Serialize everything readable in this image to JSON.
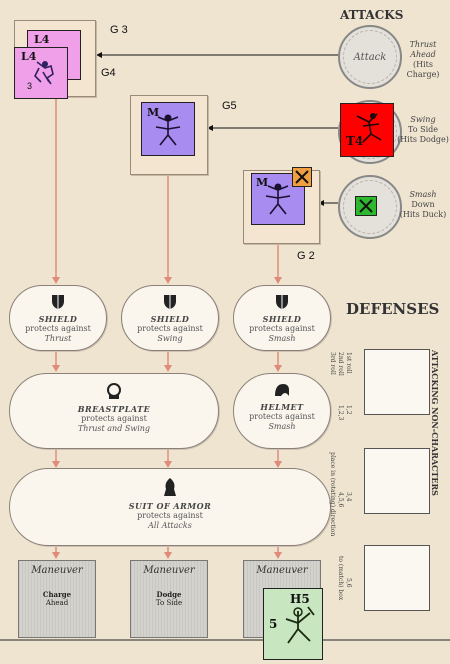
{
  "headings": {
    "attacks": "ATTACKS",
    "defenses": "DEFENSES",
    "side_title": "ATTACKING NON-CHARACTERS"
  },
  "box_labels": {
    "g3": "G 3",
    "g4": "G4",
    "g5": "G5",
    "g2": "G 2"
  },
  "attacks": [
    {
      "circle": "Attack",
      "line1": "Thrust",
      "line2": "Ahead",
      "hits": "(Hits Charge)"
    },
    {
      "line1": "Swing",
      "line2": "To Side",
      "hits": "(Hits Dodge)"
    },
    {
      "line1": "Smash",
      "line2": "Down",
      "hits": "(Hits Duck)"
    }
  ],
  "counters": {
    "g3_top": "L4",
    "g3_bottom": "L4",
    "g3_bottom_num": "3",
    "g5": "M",
    "g2": "M",
    "swing": "T4",
    "h5": "H5",
    "h5_num": "5"
  },
  "defenses": {
    "shield1": {
      "name": "SHIELD",
      "line": "protects against",
      "target": "Thrust"
    },
    "shield2": {
      "name": "SHIELD",
      "line": "protects against",
      "target": "Swing"
    },
    "shield3": {
      "name": "SHIELD",
      "line": "protects against",
      "target": "Smash"
    },
    "breastplate": {
      "name": "BREASTPLATE",
      "line": "protects against",
      "target": "Thrust and Swing"
    },
    "helmet": {
      "name": "HELMET",
      "line": "protects against",
      "target": "Smash"
    },
    "armor": {
      "name": "SUIT OF ARMOR",
      "line": "protects against",
      "target": "All Attacks"
    }
  },
  "maneuvers": [
    {
      "hdr": "Maneuver",
      "t1": "Charge",
      "t2": "Ahead"
    },
    {
      "hdr": "Maneuver",
      "t1": "Dodge",
      "t2": "To Side"
    },
    {
      "hdr": "Maneuver",
      "t1": "",
      "t2": ""
    }
  ],
  "table_notes": {
    "roll1": "1st roll",
    "roll2": "2nd roll",
    "roll3": "3rd roll",
    "range1": "1,2",
    "range2": "1,2,3",
    "range3": "3,4",
    "range4": "4,5,6",
    "place": "place in (rotating) direction",
    "range5": "5,6",
    "to_box": "to (match) box"
  },
  "colors": {
    "pink": "#f0a0e8",
    "purple": "#a88cf0",
    "red": "#ff0000",
    "orange": "#f0a040",
    "green": "#2db82d",
    "h5": "#c8e6c0"
  }
}
